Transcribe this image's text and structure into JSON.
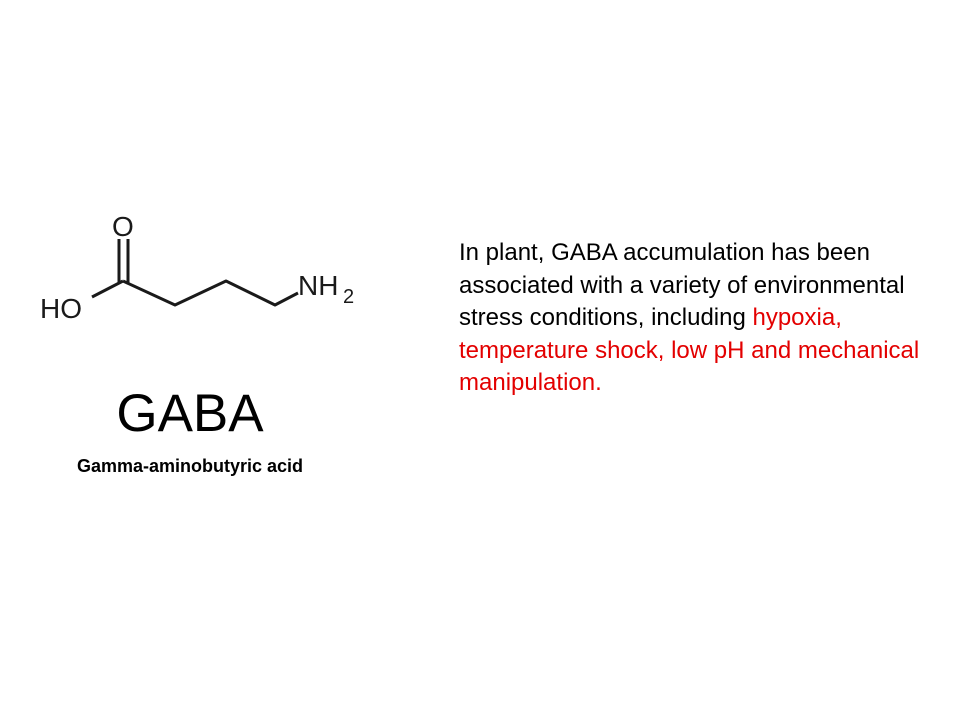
{
  "molecule": {
    "label_O": "O",
    "label_HO": "HO",
    "label_NH": "NH",
    "label_sub": "2"
  },
  "title": "GABA",
  "subtitle": "Gamma-aminobutyric acid",
  "description": {
    "normal": "In plant, GABA accumulation has been associated with a variety of environmental stress conditions, including ",
    "highlight": "hypoxia,  temperature shock, low pH and mechanical manipulation."
  },
  "colors": {
    "highlight": "#e30000",
    "text": "#000000",
    "background": "#ffffff"
  }
}
